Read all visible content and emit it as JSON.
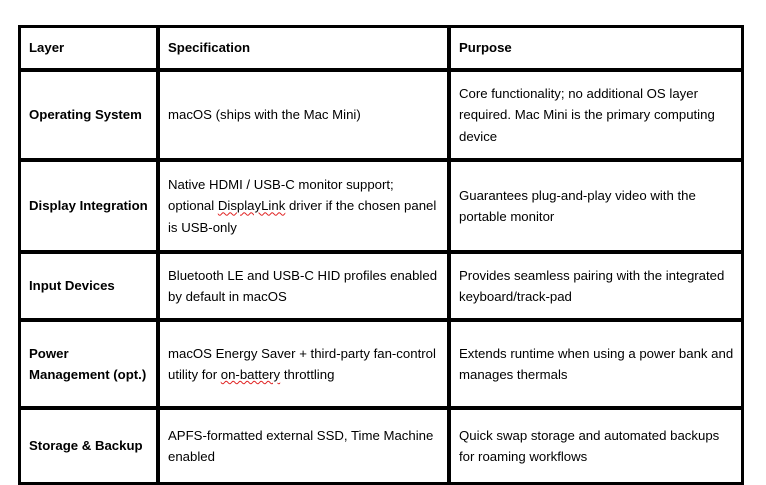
{
  "document": {
    "type": "table",
    "background_color": "#ffffff",
    "text_color": "#000000",
    "border_color": "#000000",
    "spellcheck_underline_color": "#e02020"
  },
  "table": {
    "columns": [
      {
        "key": "layer",
        "header": "Layer"
      },
      {
        "key": "specification",
        "header": "Specification"
      },
      {
        "key": "purpose",
        "header": "Purpose"
      }
    ],
    "rows": [
      {
        "layer": "Operating System",
        "specification": "macOS (ships with the Mac Mini)",
        "purpose": "Core functionality; no additional OS layer required. Mac Mini is the primary computing device",
        "spec_parts": {
          "before": "macOS (ships with the Mac Mini)",
          "misspelled": "",
          "after": ""
        }
      },
      {
        "layer": "Display Integration",
        "specification": "Native HDMI / USB-C monitor support; optional DisplayLink driver if the chosen panel is USB-only",
        "purpose": "Guarantees plug-and-play video with the portable monitor",
        "spec_parts": {
          "before": "Native HDMI / USB-C monitor support; optional ",
          "misspelled": "DisplayLink",
          "after": " driver if the chosen panel is USB-only"
        }
      },
      {
        "layer": "Input Devices",
        "specification": "Bluetooth LE and USB-C HID profiles enabled by default in macOS",
        "purpose": "Provides seamless pairing with the integrated keyboard/track-pad",
        "spec_parts": {
          "before": "Bluetooth LE and USB-C HID profiles enabled by default in macOS",
          "misspelled": "",
          "after": ""
        }
      },
      {
        "layer": "Power Management (opt.)",
        "specification": "macOS Energy Saver + third-party fan-control utility for on-battery throttling",
        "purpose": "Extends runtime when using a power bank and manages thermals",
        "spec_parts": {
          "before": "macOS Energy Saver + third-party fan-control utility for ",
          "misspelled": "on-battery",
          "after": " throttling"
        }
      },
      {
        "layer": "Storage & Backup",
        "specification": "APFS-formatted external SSD, Time Machine enabled",
        "purpose": "Quick swap storage and automated backups for roaming workflows",
        "spec_parts": {
          "before": "APFS-formatted external SSD, Time Machine enabled",
          "misspelled": "",
          "after": ""
        }
      }
    ]
  }
}
